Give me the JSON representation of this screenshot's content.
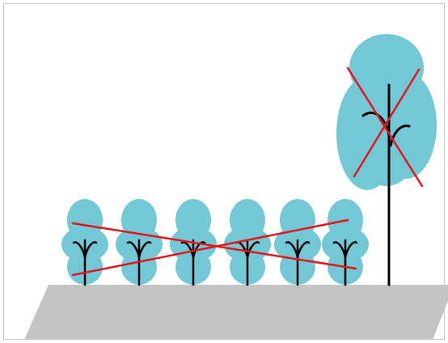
{
  "colors": {
    "background": "#ffffff",
    "frame": "#c9c9c9",
    "ground": "#c4c4c4",
    "foliage": "#72c8d4",
    "trunk": "#000000",
    "cross": "#e8141c"
  },
  "scene": {
    "small_tree_count": 6,
    "large_tree_count": 1,
    "small_trees_crossed_out": true,
    "large_tree_crossed_out": true,
    "icons": [
      "row-of-small-trees",
      "tall-tree",
      "ground-plane",
      "cross-mark"
    ]
  }
}
